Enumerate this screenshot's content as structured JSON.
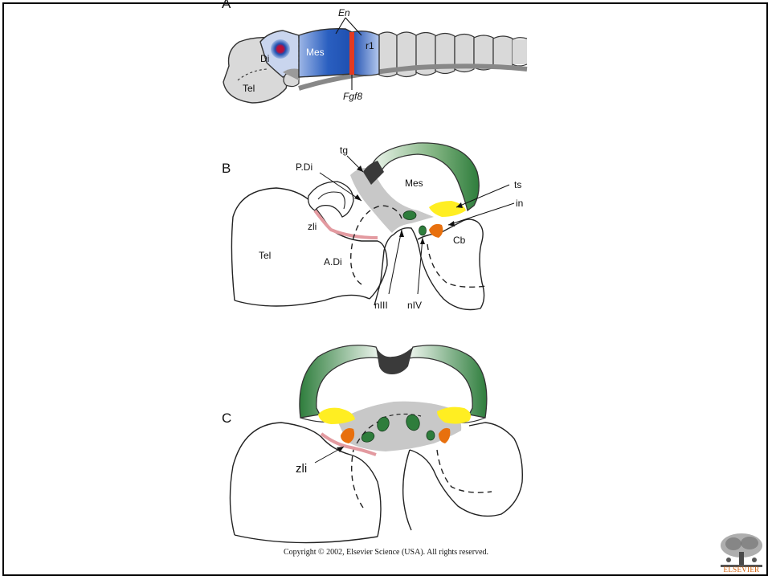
{
  "panels": {
    "A": {
      "letter": "A",
      "labels": {
        "en": "En",
        "di": "Di",
        "mes": "Mes",
        "r1": "r1",
        "tel": "Tel",
        "fgf8": "Fgf8"
      }
    },
    "B": {
      "letter": "B",
      "labels": {
        "tg": "tg",
        "pdi": "P.Di",
        "mes": "Mes",
        "ts": "ts",
        "in": "in",
        "zli": "zli",
        "tel": "Tel",
        "adi": "A.Di",
        "cb": "Cb",
        "niii": "nIII",
        "niv": "nIV"
      }
    },
    "C": {
      "letter": "C",
      "labels": {
        "zli": "zli"
      }
    }
  },
  "footer": {
    "copyright": "Copyright © 2002, Elsevier Science (USA). All rights reserved.",
    "publisher_logo_text": "ELSEVIER"
  },
  "colors": {
    "green_dark": "#2e7d3c",
    "yellow": "#ffee22",
    "orange": "#e8700e",
    "pink": "#e39aa0",
    "blue": "#1f5fbf",
    "fgf8_red": "#e23a22",
    "gray": "#c8c8c8"
  }
}
